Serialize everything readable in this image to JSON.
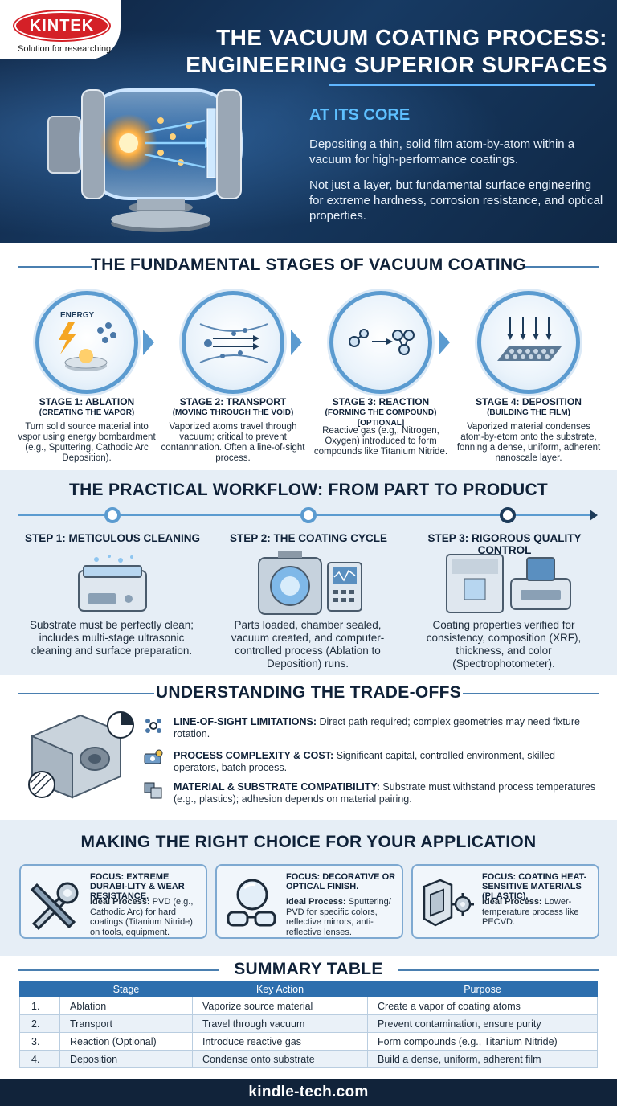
{
  "brand": {
    "logo_text": "KINTEK",
    "tagline": "Solution for researching",
    "accent": "#d42027"
  },
  "hero": {
    "title_line1": "THE VACUUM COATING PROCESS:",
    "title_line2": "ENGINEERING SUPERIOR SURFACES",
    "core_heading": "AT ITS CORE",
    "core_p1": "Depositing a thin, solid film atom-by-atom within a vacuum for high-performance coatings.",
    "core_p2": "Not just a layer, but fundamental surface engineering for extreme hardness, corrosion resistance, and optical properties."
  },
  "stages": {
    "heading": "THE FUNDAMENTAL STAGES OF VACUUM COATING",
    "energy_label": "ENERGY",
    "items": [
      {
        "title": "STAGE 1: ABLATION",
        "subtitle": "(CREATING THE VAPOR)",
        "desc": "Turn solid source material into vspor using energy bombardment (e.g., Sputtering, Cathodic Arc Deposition).",
        "icon": "energy-spark-icon"
      },
      {
        "title": "STAGE 2: TRANSPORT",
        "subtitle": "(MOVING THROUGH THE VOID)",
        "desc": "Vaporized atoms travel through vacuum; critical to prevent contannnation. Often a line-of-sight process.",
        "icon": "atom-flow-icon"
      },
      {
        "title": "STAGE 3: REACTION",
        "subtitle": "(FORMING THE COMPOUND) [OPTIONAL]",
        "desc": "Reactive gas (e.g,, Nitrogen, Oxygen) introduced to form compounds like Titanium Nitride.",
        "icon": "molecule-icon"
      },
      {
        "title": "STAGE 4: DEPOSITION",
        "subtitle": "(BUILDING THE FILM)",
        "desc": "Vaporized material condenses atom-by-etom onto the substrate, fonning a dense, uniform, adherent nanoscale layer.",
        "icon": "film-layer-icon"
      }
    ]
  },
  "workflow": {
    "heading": "THE PRACTICAL WORKFLOW: FROM PART TO PRODUCT",
    "steps": [
      {
        "title": "STEP 1: METICULOUS CLEANING",
        "desc": "Substrate must be perfectly clean; includes multi-stage ultrasonic cleaning and surface preparation.",
        "icon": "ultrasonic-cleaner-icon"
      },
      {
        "title": "STEP 2: THE COATING CYCLE",
        "desc": "Parts loaded, chamber sealed, vacuum created, and computer-controlled process (Ablation to Deposition) runs.",
        "icon": "vacuum-chamber-icon"
      },
      {
        "title": "STEP 3: RIGOROUS QUALITY CONTROL",
        "desc": "Coating properties verified for consistency, composition (XRF), thickness, and color (Spectrophotometer).",
        "icon": "analyzer-instrument-icon"
      }
    ]
  },
  "tradeoffs": {
    "heading": "UNDERSTANDING THE TRADE-OFFS",
    "items": [
      {
        "label": "LINE-OF-SIGHT LIMITATIONS:",
        "text": " Direct path required; complex geometries may need fixture rotation.",
        "icon": "line-of-sight-icon"
      },
      {
        "label": "PROCESS COMPLEXITY & COST:",
        "text": " Significant capital, controlled environment, skilled operators, batch process.",
        "icon": "cost-money-icon"
      },
      {
        "label": "MATERIAL & SUBSTRATE COMPATIBILITY:",
        "text": " Substrate must withstand process temperatures (e.g., plastics); adhesion depends on material pairing.",
        "icon": "material-texture-icon"
      }
    ]
  },
  "choice": {
    "heading": "MAKING THE RIGHT CHOICE FOR YOUR APPLICATION",
    "cards": [
      {
        "title": "FOCUS: EXTREME DURABI-LITY & WEAR RESISTANCE.",
        "ideal_label": "Ideal Process:",
        "ideal_text": " PVD (e.g., Cathodic Arc) for hard coatings (Titanium Nitride) on tools, equipment.",
        "icon": "tools-wrench-icon"
      },
      {
        "title": "FOCUS: DECORATIVE OR OPTICAL FINISH.",
        "ideal_label": "Ideal Process:",
        "ideal_text": " Sputtering/ PVD for specific colors, reflective mirrors, anti-reflective lenses.",
        "icon": "mirror-glasses-icon"
      },
      {
        "title": "FOCUS: COATING HEAT-SENSITIVE MATERIALS (PLASTIC).",
        "ideal_label": "Ideal Process:",
        "ideal_text": " Lower-temperature process like PECVD.",
        "icon": "plastic-part-gear-icon"
      }
    ]
  },
  "summary": {
    "heading": "SUMMARY TABLE",
    "columns": [
      "",
      "Stage",
      "Key Action",
      "Purpose"
    ],
    "rows": [
      [
        "1.",
        "Ablation",
        "Vaporize source material",
        "Create a vapor of coating atoms"
      ],
      [
        "2.",
        "Transport",
        "Travel through vacuum",
        "Prevent contamination, ensure purity"
      ],
      [
        "3.",
        "Reaction (Optional)",
        "Introduce reactive gas",
        "Form compounds (e.g., Titanium Nitride)"
      ],
      [
        "4.",
        "Deposition",
        "Condense onto substrate",
        "Build a dense, uniform, adherent film"
      ]
    ]
  },
  "footer": {
    "site": "kindle-tech.com"
  }
}
